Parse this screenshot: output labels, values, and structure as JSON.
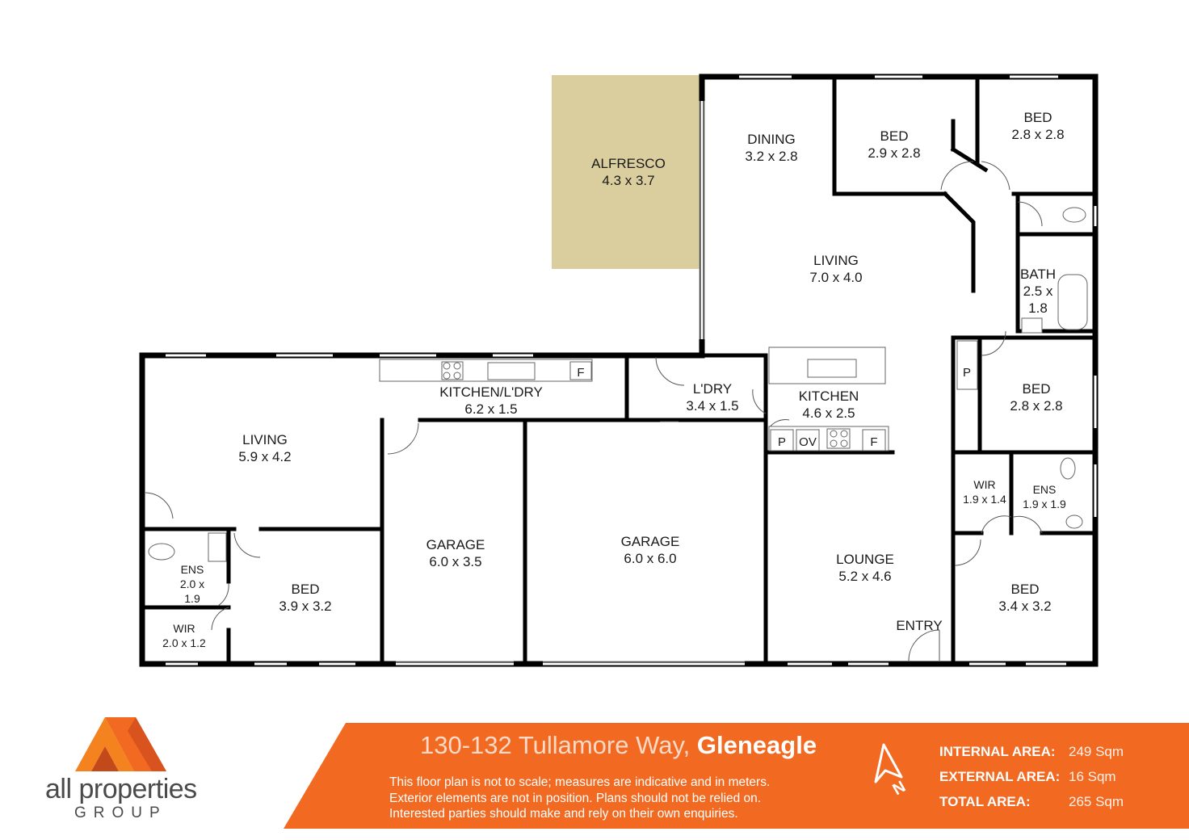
{
  "rooms": {
    "alfresco": {
      "name": "ALFRESCO",
      "size": "4.3 x 3.7"
    },
    "dining": {
      "name": "DINING",
      "size": "3.2 x 2.8"
    },
    "bed_top_left": {
      "name": "BED",
      "size": "2.9 x 2.8"
    },
    "bed_top_right": {
      "name": "BED",
      "size": "2.8 x 2.8"
    },
    "living_main": {
      "name": "LIVING",
      "size": "7.0 x 4.0"
    },
    "bath": {
      "name": "BATH",
      "size_a": "2.5 x",
      "size_b": "1.8"
    },
    "kitchen_ldry": {
      "name": "KITCHEN/L'DRY",
      "size": "6.2 x 1.5"
    },
    "ldry": {
      "name": "L'DRY",
      "size": "3.4 x 1.5"
    },
    "kitchen": {
      "name": "KITCHEN",
      "size": "4.6 x 2.5"
    },
    "bed_mid_right": {
      "name": "BED",
      "size": "2.8 x 2.8"
    },
    "living_left": {
      "name": "LIVING",
      "size": "5.9 x 4.2"
    },
    "garage_small": {
      "name": "GARAGE",
      "size": "6.0 x 3.5"
    },
    "garage_large": {
      "name": "GARAGE",
      "size": "6.0 x 6.0"
    },
    "wir_right": {
      "name": "WIR",
      "size": "1.9 x 1.4"
    },
    "ens_right": {
      "name": "ENS",
      "size": "1.9 x 1.9"
    },
    "ens_left": {
      "name": "ENS",
      "size_a": "2.0 x",
      "size_b": "1.9"
    },
    "bed_left": {
      "name": "BED",
      "size": "3.9 x 3.2"
    },
    "lounge": {
      "name": "LOUNGE",
      "size": "5.2 x 4.6"
    },
    "bed_bottom_right": {
      "name": "BED",
      "size": "3.4 x 3.2"
    },
    "wir_left": {
      "name": "WIR",
      "size": "2.0 x 1.2"
    },
    "entry": {
      "name": "ENTRY"
    }
  },
  "fixtures": {
    "fridge": "F",
    "pantry": "P",
    "oven": "OV"
  },
  "branding": {
    "logo_main": "all properties",
    "logo_sub": "GROUP"
  },
  "footer": {
    "address_street": "130-132 Tullamore Way,",
    "address_suburb": "Gleneagle",
    "disclaimer_1": "This floor plan is not to scale; measures are indicative and in meters.",
    "disclaimer_2": "Exterior elements are not in position. Plans should not be relied on.",
    "disclaimer_3": "Interested parties should make and rely on their own enquiries.",
    "internal_label": "INTERNAL AREA:",
    "internal_value": "249  Sqm",
    "external_label": "EXTERNAL AREA:",
    "external_value": "16  Sqm",
    "total_label": "TOTAL AREA:",
    "total_value": "265  Sqm"
  },
  "colors": {
    "alfresco_fill": "#DACE9E",
    "banner_orange": "#F26A21",
    "logo_orange": "#F4821F",
    "logo_dark": "#C24A1A"
  }
}
